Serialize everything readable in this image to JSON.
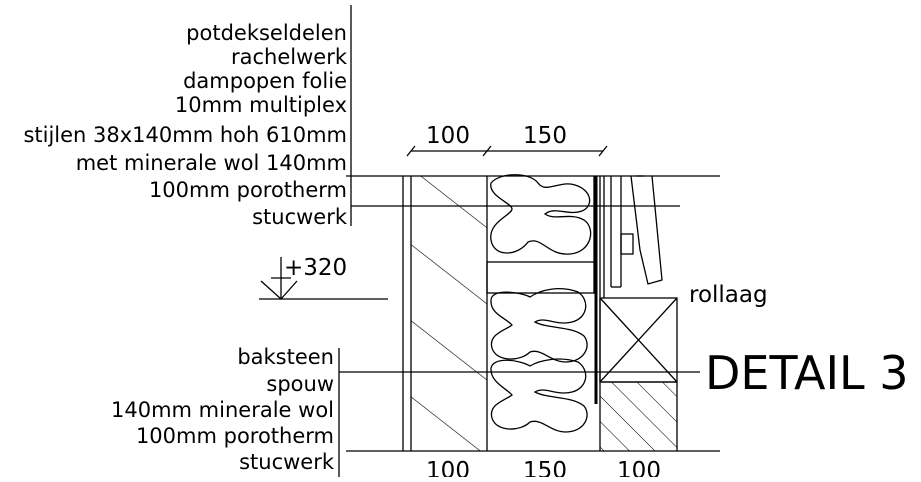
{
  "upper_labels": [
    "potdekseldelen",
    "rachelwerk",
    "dampopen folie",
    "10mm multiplex",
    "stijlen 38x140mm hoh 610mm",
    "met minerale wol 140mm",
    "100mm porotherm",
    "stucwerk"
  ],
  "lower_labels": [
    "baksteen",
    "spouw",
    "140mm minerale wol",
    "100mm porotherm",
    "stucwerk"
  ],
  "top_dims": [
    "100",
    "150"
  ],
  "bottom_dims": [
    "100",
    "150",
    "100"
  ],
  "level_mark": "+320",
  "rollaag_label": "rollaag",
  "detail_title": "DETAIL 3"
}
